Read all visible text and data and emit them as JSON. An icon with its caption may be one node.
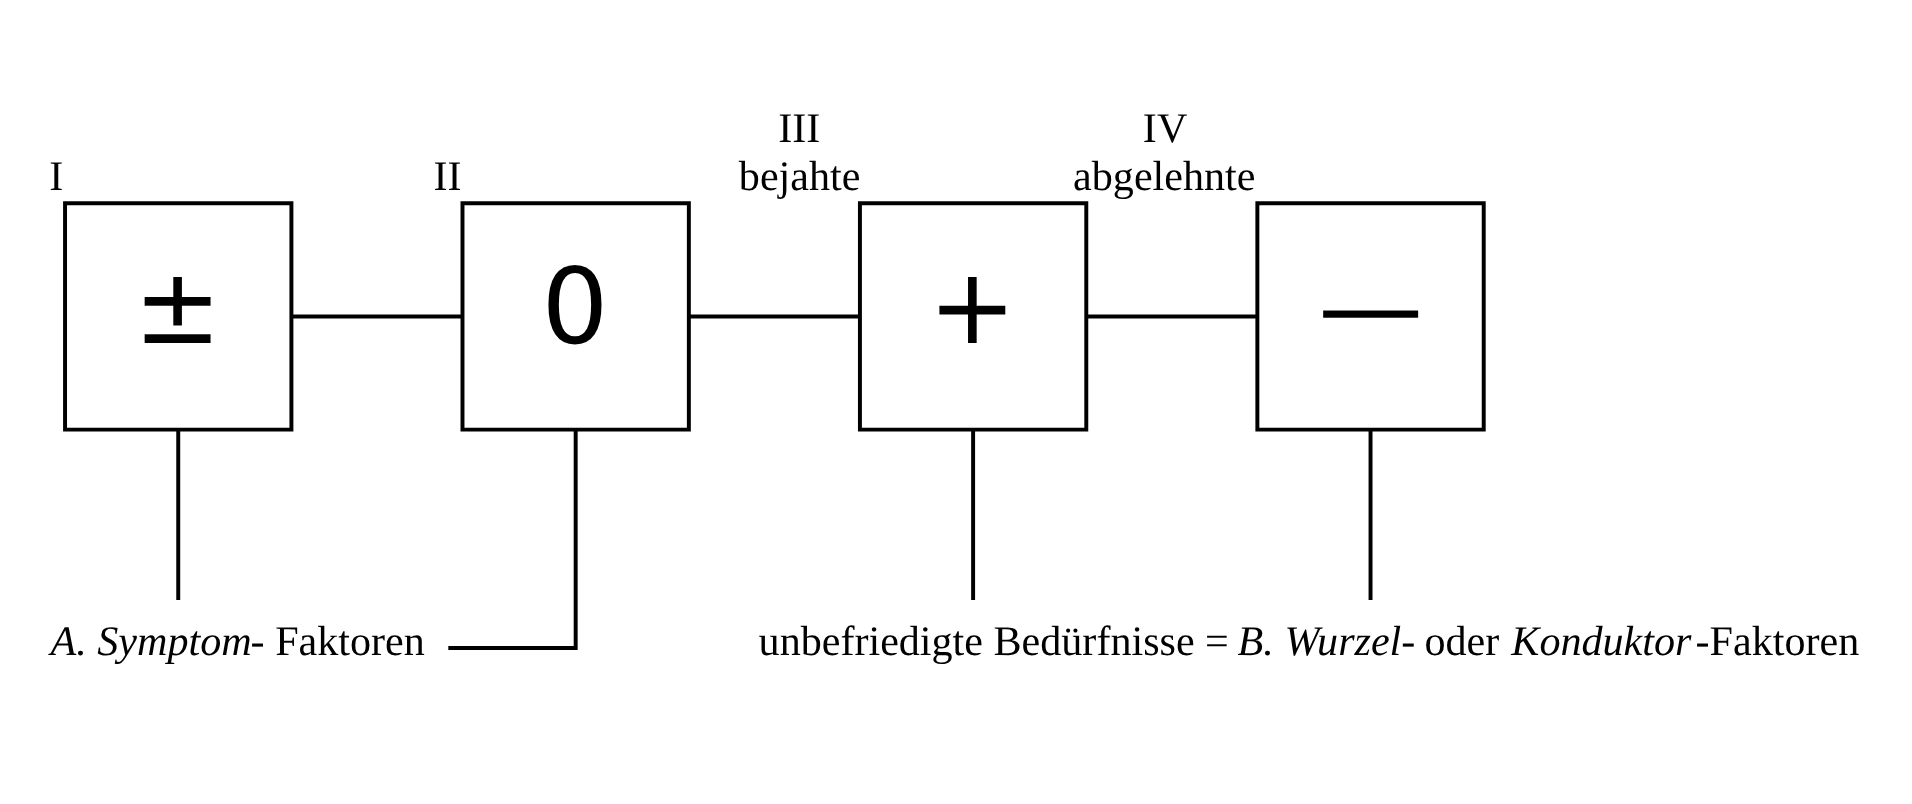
{
  "diagram": {
    "nodes": [
      {
        "text": [
          "±"
        ],
        "beside": [
          "I"
        ]
      },
      {
        "text": [
          "0"
        ],
        "beside": [
          "II"
        ]
      },
      {
        "text": [
          "+"
        ],
        "beside": [
          "III",
          "bejahte"
        ]
      },
      {
        "text": [
          "—"
        ],
        "beside": [
          "IV",
          "abgelehnte"
        ]
      },
      {
        "text": [
          "*A. Symptom*- Faktoren"
        ]
      },
      {
        "text": [
          "unbefriedigte Bedürfnisse = *B. Wurzel-* oder *Konduktor*-Faktoren"
        ]
      }
    ],
    "edges": [
      {
        "from": 0,
        "to": 1,
        "arrow": "none"
      },
      {
        "from": 1,
        "to": 2,
        "arrow": "none"
      },
      {
        "from": 2,
        "to": 3,
        "arrow": "none"
      },
      {
        "from": 0,
        "to": 4,
        "arrow": "none"
      },
      {
        "from": 1,
        "to": 4,
        "arrow": "none"
      },
      {
        "from": 2,
        "to": 5,
        "arrow": "none"
      },
      {
        "from": 3,
        "to": 5,
        "arrow": "none"
      }
    ]
  }
}
